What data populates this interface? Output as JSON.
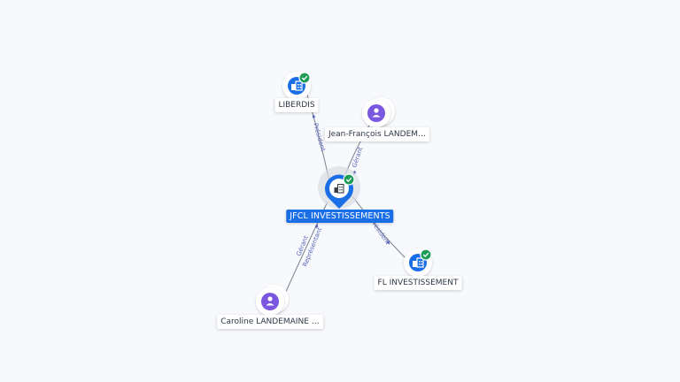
{
  "graph": {
    "center": {
      "label": "JFCL INVESTISSEMENTS",
      "type": "company",
      "verified": true
    },
    "nodes": [
      {
        "id": "liberdis",
        "label": "LIBERDIS",
        "type": "company",
        "verified": true
      },
      {
        "id": "jean-francois",
        "label": "Jean-François LANDEM…",
        "type": "person",
        "verified": false
      },
      {
        "id": "fl-investissement",
        "label": "FL INVESTISSEMENT",
        "type": "company",
        "verified": true
      },
      {
        "id": "caroline",
        "label": "Caroline LANDEMAINE …",
        "type": "person",
        "verified": false
      }
    ],
    "edges": [
      {
        "from": "liberdis",
        "label": "Président"
      },
      {
        "from": "jean-francois",
        "label": "Gérant"
      },
      {
        "from": "fl-investissement",
        "label": "Président"
      },
      {
        "from": "caroline",
        "label_line1": "Gérant",
        "label_line2": "Représentant"
      }
    ]
  },
  "colors": {
    "background": "#f7f9fc",
    "company_blue": "#1a6ee6",
    "person_purple": "#7b57e0",
    "verified_green": "#1e9b57",
    "edge_line": "#7a7f8c",
    "edge_label": "#5a65b8"
  },
  "icons": {
    "company": "building-icon",
    "person": "person-icon",
    "verified": "check-badge-icon"
  }
}
